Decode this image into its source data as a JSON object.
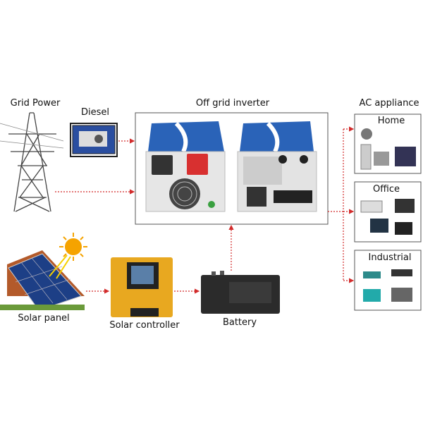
{
  "labels": {
    "grid_power": "Grid Power",
    "diesel": "Diesel",
    "off_grid_inverter": "Off grid inverter",
    "ac_appliance": "AC appliance",
    "solar_panel": "Solar panel",
    "solar_controller": "Solar controller",
    "battery": "Battery"
  },
  "appliances": [
    {
      "label": "Home"
    },
    {
      "label": "Office"
    },
    {
      "label": "Industrial"
    }
  ],
  "colors": {
    "arrow": "#d22b2b",
    "inverter_blue": "#1f5fa8",
    "controller_yellow": "#e8a820"
  }
}
